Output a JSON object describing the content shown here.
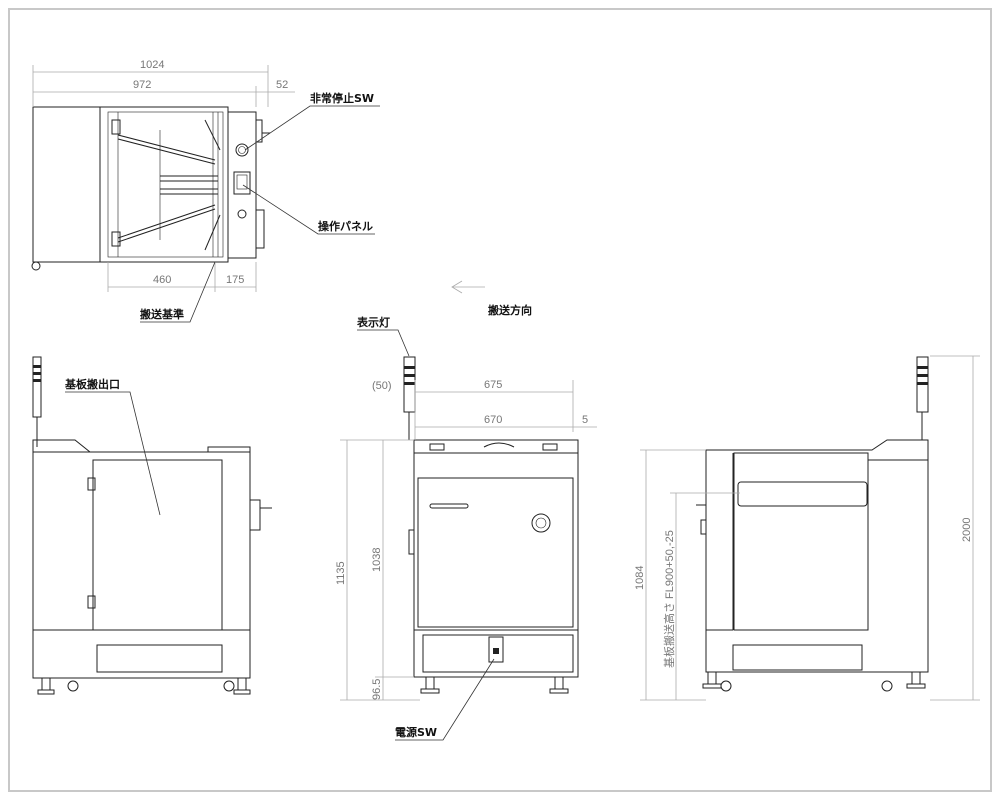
{
  "drawing": {
    "top_view": {
      "dim_overall_width": "1024",
      "dim_body_width": "972",
      "dim_handle": "52",
      "dim_transfer_ref_left": "460",
      "dim_transfer_ref_right": "175",
      "label_emergency_stop": "非常停止SW",
      "label_operation_panel": "操作パネル",
      "label_transfer_reference": "搬送基準"
    },
    "transfer_direction_label": "搬送方向",
    "exit_view": {
      "label_board_exit": "基板搬出口"
    },
    "front_view": {
      "label_indicator_lamp": "表示灯",
      "dim_lamp_offset": "(50)",
      "dim_675": "675",
      "dim_670": "670",
      "dim_5": "5",
      "dim_1135": "1135",
      "dim_1038": "1038",
      "dim_96_5": "96.5",
      "label_power_switch": "電源SW"
    },
    "side_view": {
      "dim_1084": "1084",
      "label_transfer_height": "基板搬送高さ FL900+50,-25",
      "dim_2000": "2000"
    }
  }
}
